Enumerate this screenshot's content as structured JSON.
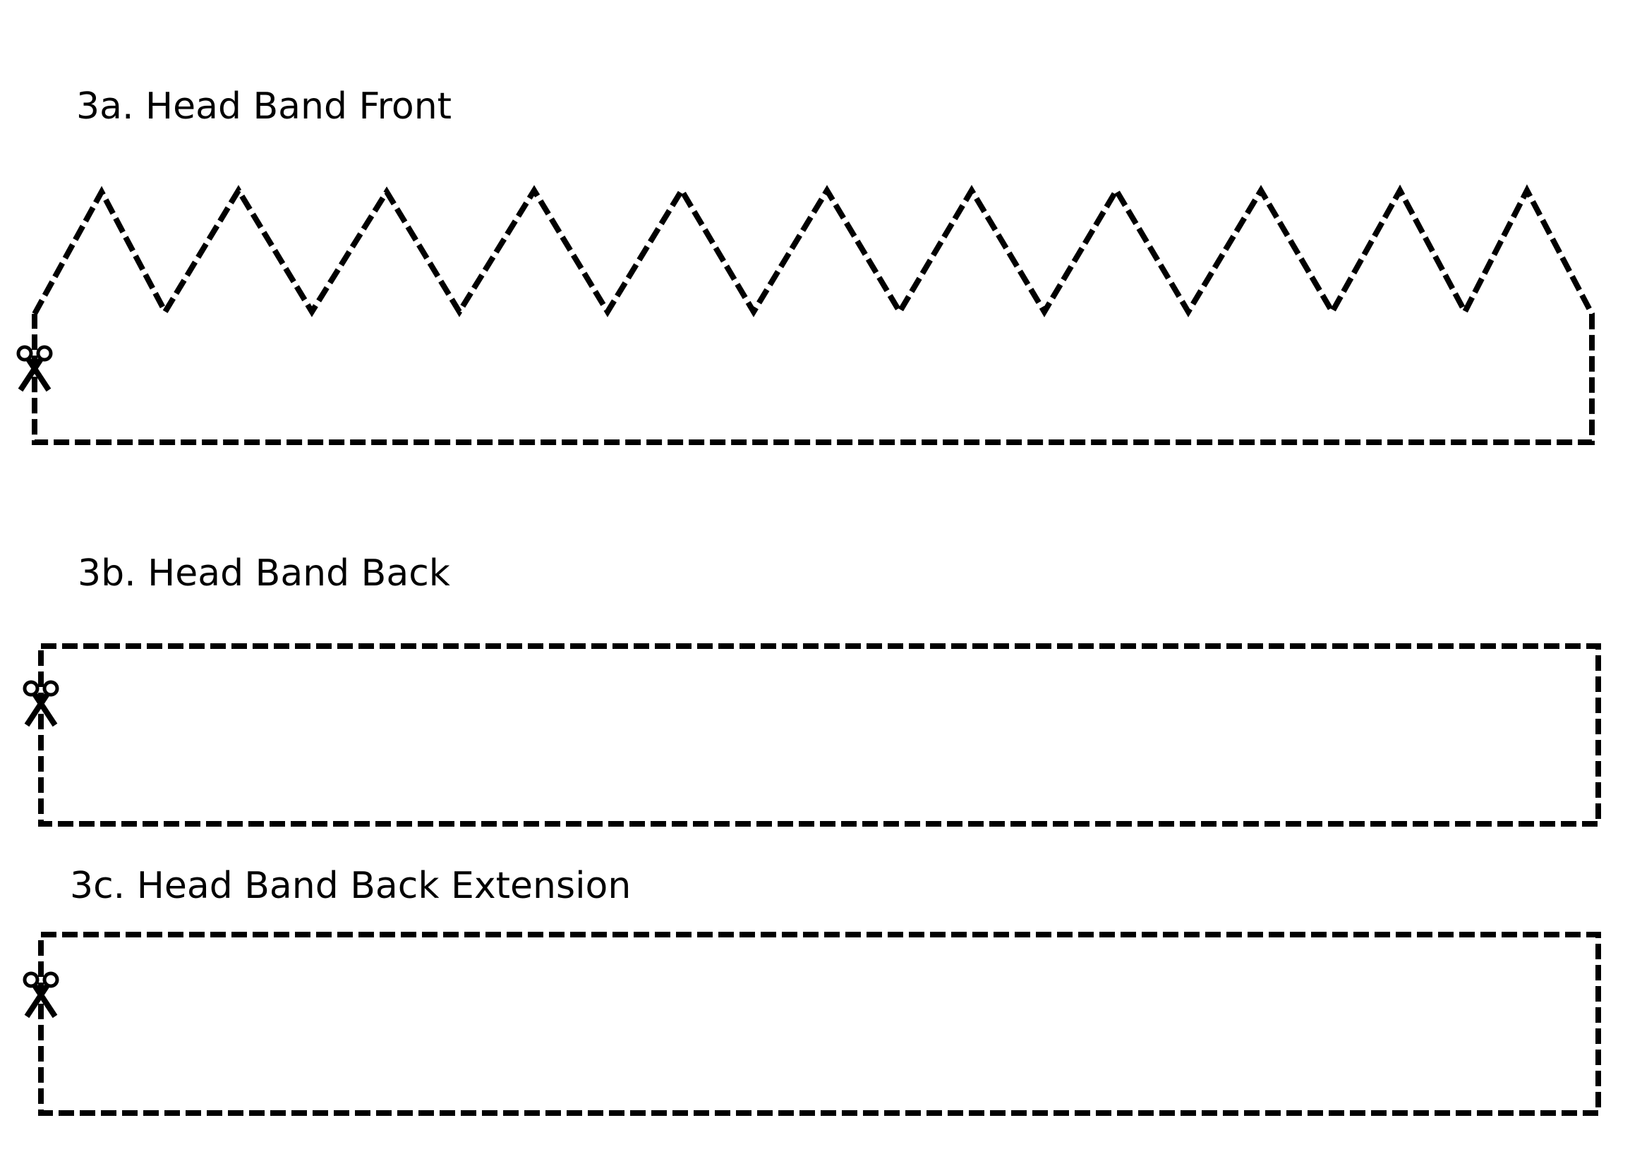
{
  "sections": [
    {
      "title": "3a. Head Band Front",
      "shape": "zigzag-crown",
      "icon": "scissors-icon"
    },
    {
      "title": "3b. Head Band Back",
      "shape": "rectangle",
      "icon": "scissors-icon"
    },
    {
      "title": "3c. Head Band Back Extension",
      "shape": "rectangle",
      "icon": "scissors-icon"
    }
  ],
  "colors": {
    "ink": "#000000",
    "paper": "#ffffff"
  }
}
